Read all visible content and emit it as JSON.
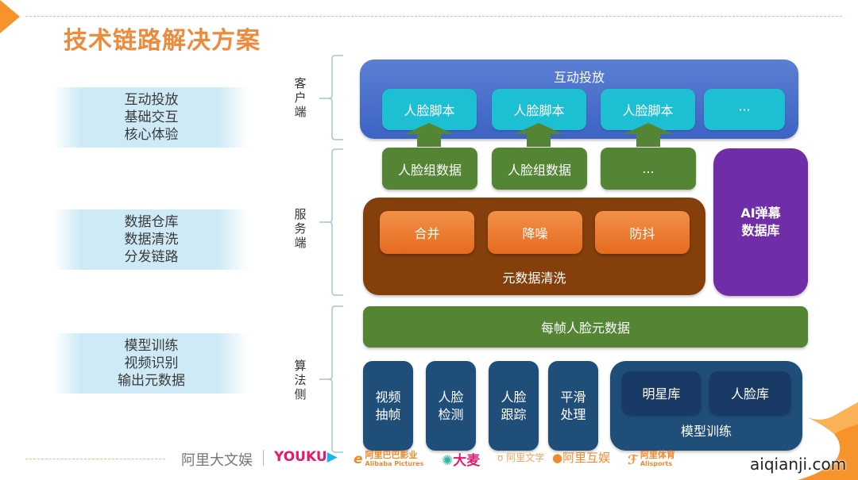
{
  "slide": {
    "title": "技术链路解决方案",
    "colors": {
      "accent_orange": "#f7932b",
      "title_orange": "#ee8a3c",
      "client_blue": "#4a70cc",
      "script_cyan": "#1dbfd2",
      "data_green": "#538535",
      "cleaning_brown": "#843f0b",
      "process_orange": "#ee7d33",
      "ai_purple": "#6f2da8",
      "algorithm_navy": "#1f4e79"
    }
  },
  "left_bands": [
    {
      "lines": [
        "互动投放",
        "基础交互",
        "核心体验"
      ]
    },
    {
      "lines": [
        "数据仓库",
        "数据清洗",
        "分发链路"
      ]
    },
    {
      "lines": [
        "模型训练",
        "视频识别",
        "输出元数据"
      ]
    }
  ],
  "tiers": [
    {
      "label_chars": [
        "客",
        "户",
        "端"
      ],
      "label": "客户端"
    },
    {
      "label_chars": [
        "服",
        "务",
        "端"
      ],
      "label": "服务端"
    },
    {
      "label_chars": [
        "算",
        "法",
        "侧"
      ],
      "label": "算法侧"
    }
  ],
  "client": {
    "container_label": "互动投放",
    "scripts": [
      "人脸脚本",
      "人脸脚本",
      "人脸脚本",
      "···"
    ]
  },
  "service": {
    "face_group_data": [
      "人脸组数据",
      "人脸组数据",
      "..."
    ],
    "cleaning": {
      "container_label": "元数据清洗",
      "steps": [
        "合并",
        "降噪",
        "防抖"
      ]
    },
    "ai_db": {
      "lines": [
        "AI弹幕",
        "数据库"
      ]
    }
  },
  "per_frame_bar": "每帧人脸元数据",
  "algorithm": {
    "steps": [
      {
        "lines": [
          "视频",
          "抽帧"
        ]
      },
      {
        "lines": [
          "人脸",
          "检测"
        ]
      },
      {
        "lines": [
          "人脸",
          "跟踪"
        ]
      },
      {
        "lines": [
          "平滑",
          "处理"
        ]
      }
    ],
    "model_training": {
      "label": "模型训练",
      "libraries": [
        "明星库",
        "人脸库"
      ]
    }
  },
  "footer": {
    "group": "阿里大文娱",
    "brands": [
      "YOUKU",
      "阿里巴巴影业 Alibaba Pictures",
      "大麦",
      "阿里文学",
      "阿里互娱",
      "阿里体育 Alisports"
    ],
    "youku": "YOUKU",
    "alipictures": "阿里巴巴影业",
    "alipictures_en": "Alibaba Pictures",
    "damai": "大麦",
    "literature": "阿里文学",
    "hyu": "阿里互娱",
    "sports": "阿里体育",
    "sports_en": "Alisports"
  },
  "watermark": "aiqianji.com"
}
